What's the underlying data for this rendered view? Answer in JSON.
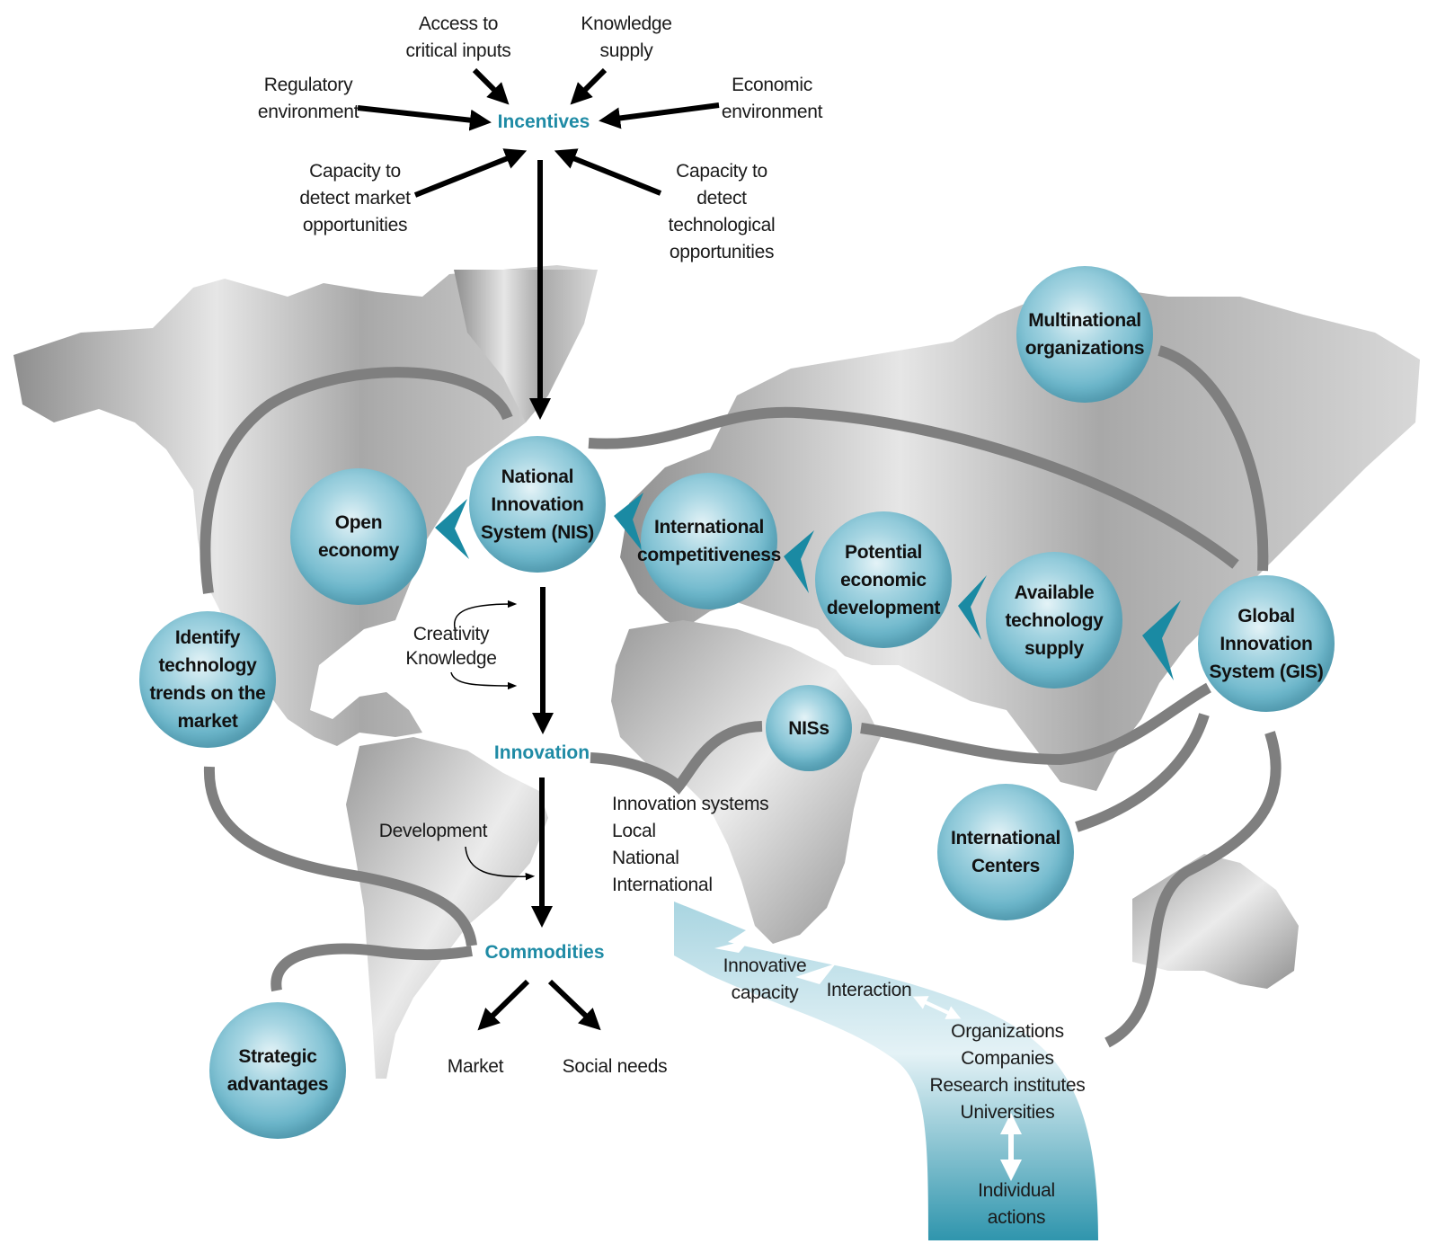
{
  "top_inputs": {
    "access": "Access to\ncritical inputs",
    "knowledge": "Knowledge\nsupply",
    "regulatory": "Regulatory\nenvironment",
    "economic": "Economic\nenvironment",
    "market_opps": "Capacity to\ndetect market\nopportunities",
    "tech_opps": "Capacity to\ndetect\ntechnological\nopportunities"
  },
  "keywords": {
    "incentives": "Incentives",
    "innovation": "Innovation",
    "commodities": "Commodities"
  },
  "bubbles": {
    "nis": "National\nInnovation\nSystem (NIS)",
    "open_economy": "Open\neconomy",
    "international_competitiveness": "International\ncompetitiveness",
    "potential_development": "Potential\neconomic\ndevelopment",
    "available_tech": "Available\ntechnology\nsupply",
    "gis": "Global\nInnovation\nSystem (GIS)",
    "multinational": "Multinational\norganizations",
    "identify_trends": "Identify\ntechnology\ntrends on the\nmarket",
    "nis_plural": "NISs",
    "international_centers": "International\nCenters",
    "strategic": "Strategic\nadvantages"
  },
  "side_labels": {
    "creativity": "Creativity\nKnowledge",
    "development": "Development",
    "innovation_systems": "Innovation systems\nLocal\nNational\nInternational",
    "market": "Market",
    "social_needs": "Social needs",
    "innovative_capacity": "Innovative\ncapacity",
    "interaction": "Interaction",
    "organizations": "Organizations\nCompanies\nResearch institutes\nUniversities",
    "individual": "Individual\nactions"
  },
  "colors": {
    "accent": "#1f8ba5",
    "bubble": "#6db7cb",
    "ribbon": "#7f7f7f",
    "map": "#b8b8b8",
    "arrow": "#000000"
  }
}
